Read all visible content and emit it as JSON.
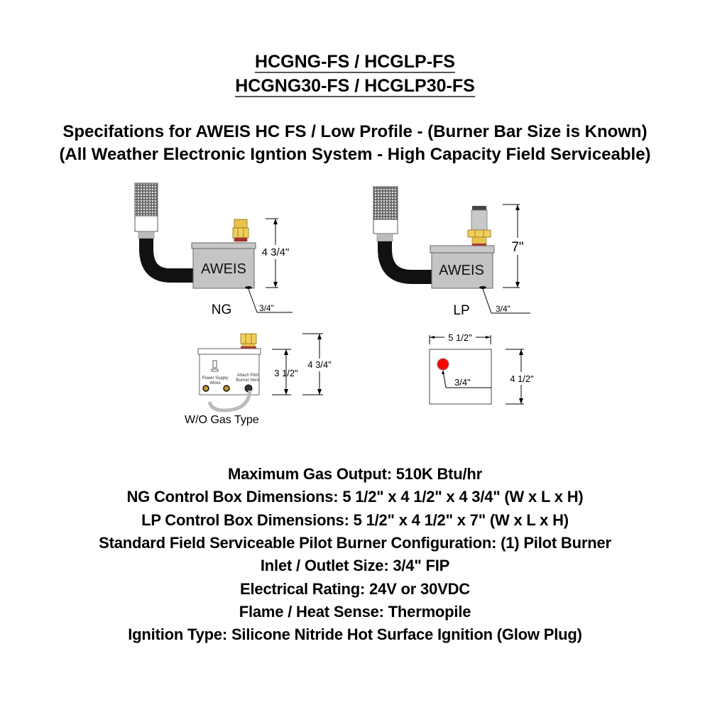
{
  "header": {
    "models_line1": "HCGNG-FS / HCGLP-FS",
    "models_line2": "HCGNG30-FS / HCGLP30-FS",
    "subtitle_line1": "Specifations for AWEIS HC FS / Low Profile - (Burner Bar Size is Known)",
    "subtitle_line2": "(All Weather Electronic Igntion System - High Capacity Field Serviceable)"
  },
  "diagrams": {
    "ng_unit": {
      "brand_label": "AWEIS",
      "gas_label": "NG",
      "height_dim": "4 3/4\"",
      "outlet_dim": "3/4\""
    },
    "lp_unit": {
      "brand_label": "AWEIS",
      "gas_label": "LP",
      "height_dim": "7\"",
      "outlet_dim": "3/4\""
    },
    "front_view": {
      "power_label_1": "Power Supply",
      "power_label_2": "Wires",
      "pilot_label_1": "Attach Pilot",
      "pilot_label_2": "Burner Here",
      "inner_height_dim": "3 1/2\"",
      "total_height_dim": "4 3/4\"",
      "caption": "W/O Gas Type"
    },
    "top_view": {
      "width_dim": "5 1/2\"",
      "length_dim": "4 1/2\"",
      "inlet_dim": "3/4\"",
      "inlet_color": "#ff0000"
    }
  },
  "specs": [
    "Maximum Gas Output: 510K Btu/hr",
    "NG Control Box Dimensions: 5 1/2\" x 4 1/2\" x 4 3/4\" (W x L x H)",
    "LP Control Box Dimensions: 5 1/2\" x 4 1/2\" x 7\" (W x L x H)",
    "Standard Field Serviceable Pilot Burner Configuration: (1) Pilot Burner",
    "Inlet / Outlet Size: 3/4\" FIP",
    "Electrical Rating: 24V or 30VDC",
    "Flame / Heat Sense: Thermopile",
    "Ignition Type: Silicone Nitride Hot Surface Ignition (Glow Plug)"
  ],
  "colors": {
    "box_fill": "#c4c4c4",
    "brass": "#e8c24a",
    "hose": "#111111"
  }
}
